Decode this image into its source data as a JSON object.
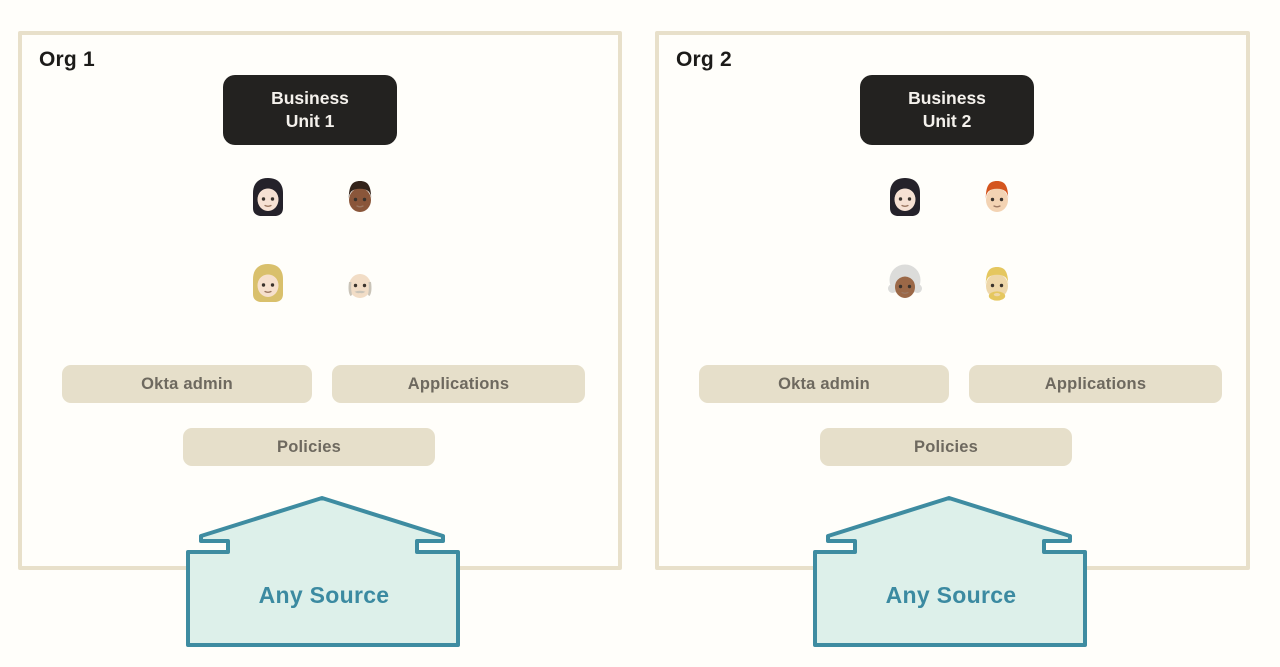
{
  "colors": {
    "background": "#fffefa",
    "panel_border": "#e8e0ca",
    "pill_background": "#e6dfca",
    "pill_text": "#6e695f",
    "unit_box_background": "#232220",
    "unit_box_text": "#f4f1ec",
    "org_label_text": "#1c1b19",
    "arrow_fill": "#ddf0ea",
    "arrow_stroke": "#3e8ca1",
    "arrow_text": "#3b8aa1"
  },
  "orgs": [
    {
      "label": "Org 1",
      "business_unit": {
        "line1": "Business",
        "line2": "Unit 1"
      },
      "people": [
        {
          "name": "woman-dark-hair",
          "emoji": "👩🏻",
          "skin": "#f6e1d3",
          "hair": "#25222a",
          "style": "long"
        },
        {
          "name": "man-dark-skin",
          "emoji": "👨🏾",
          "skin": "#8a563a",
          "hair": "#33231a",
          "style": "short"
        },
        {
          "name": "woman-blonde",
          "emoji": "👱🏻‍♀️",
          "skin": "#f6e0cd",
          "hair": "#d9c06c",
          "style": "long"
        },
        {
          "name": "old-man",
          "emoji": "👴🏻",
          "skin": "#f2ddc6",
          "hair": "#cac4b8",
          "style": "bald"
        }
      ],
      "pills": {
        "okta_admin": "Okta admin",
        "applications": "Applications",
        "policies": "Policies"
      },
      "arrow_label": "Any Source"
    },
    {
      "label": "Org 2",
      "business_unit": {
        "line1": "Business",
        "line2": "Unit 2"
      },
      "people": [
        {
          "name": "woman-dark-hair",
          "emoji": "👩🏻",
          "skin": "#f6e1d3",
          "hair": "#25222a",
          "style": "long"
        },
        {
          "name": "person-red-hair",
          "emoji": "🧑🏻‍🦰",
          "skin": "#f3d3b3",
          "hair": "#d4551e",
          "style": "short"
        },
        {
          "name": "older-woman-dark-skin",
          "emoji": "👵🏾",
          "skin": "#9b6847",
          "hair": "#dcdcda",
          "style": "curly"
        },
        {
          "name": "man-blond-beard",
          "emoji": "🧔🏼",
          "skin": "#eed7a9",
          "hair": "#e5c75f",
          "style": "beard"
        }
      ],
      "pills": {
        "okta_admin": "Okta admin",
        "applications": "Applications",
        "policies": "Policies"
      },
      "arrow_label": "Any Source"
    }
  ]
}
